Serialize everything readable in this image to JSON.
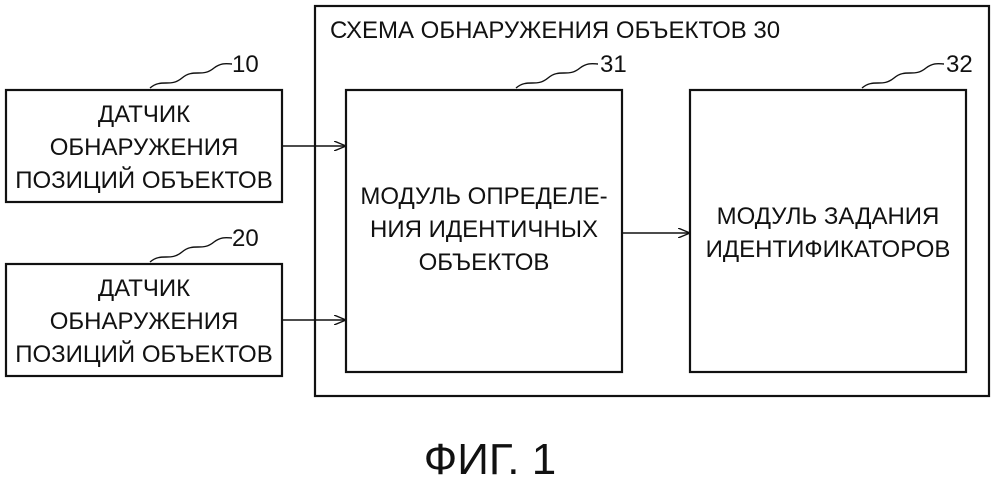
{
  "diagram": {
    "circuit": {
      "title": "СХЕМА ОБНАРУЖЕНИЯ ОБЪЕКТОВ 30"
    },
    "sensor_1": {
      "ref": "10",
      "lines": [
        "ДАТЧИК",
        "ОБНАРУЖЕНИЯ",
        "ПОЗИЦИЙ ОБЪЕКТОВ"
      ]
    },
    "sensor_2": {
      "ref": "20",
      "lines": [
        "ДАТЧИК",
        "ОБНАРУЖЕНИЯ",
        "ПОЗИЦИЙ ОБЪЕКТОВ"
      ]
    },
    "module_identity": {
      "ref": "31",
      "lines": [
        "МОДУЛЬ ОПРЕДЕЛЕ-",
        "НИЯ ИДЕНТИЧНЫХ",
        "ОБЪЕКТОВ"
      ]
    },
    "module_identifiers": {
      "ref": "32",
      "lines": [
        "МОДУЛЬ ЗАДАНИЯ",
        "ИДЕНТИФИКАТОРОВ"
      ]
    },
    "caption": "ФИГ. 1"
  }
}
